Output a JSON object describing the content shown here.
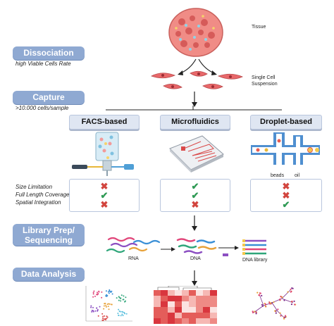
{
  "labels": {
    "tissue": "Tissue",
    "single_cell_1": "Single Cell",
    "single_cell_2": "Suspension",
    "rna": "RNA",
    "dna": "DNA",
    "dna_library": "DNA library",
    "beads": "beads",
    "oil": "oil"
  },
  "steps": {
    "dissociation": "Dissociation",
    "dissociation_sub": "high Viable Cells Rate",
    "capture": "Capture",
    "capture_sub": ">10.000 cells/sample",
    "library_1": "Library Prep/",
    "library_2": "Sequencing",
    "analysis": "Data Analysis"
  },
  "methods": {
    "facs": "FACS-based",
    "micro": "Microfluidics",
    "droplet": "Droplet-based"
  },
  "criteria": [
    "Size Limitation",
    "Full Length Coverage",
    "Spatial Integration"
  ],
  "marks": {
    "facs": [
      "cross",
      "check",
      "cross"
    ],
    "micro": [
      "check",
      "check",
      "cross"
    ],
    "droplet": [
      "cross",
      "cross",
      "check"
    ]
  },
  "colors": {
    "step_bg": "#8fa9d2",
    "method_bg": "#dfe6f2",
    "cross": "#d2453e",
    "check": "#2f9a55",
    "cell": "#e8686a",
    "heat_high": "#d9363e",
    "heat_low": "#fbe3e1"
  }
}
